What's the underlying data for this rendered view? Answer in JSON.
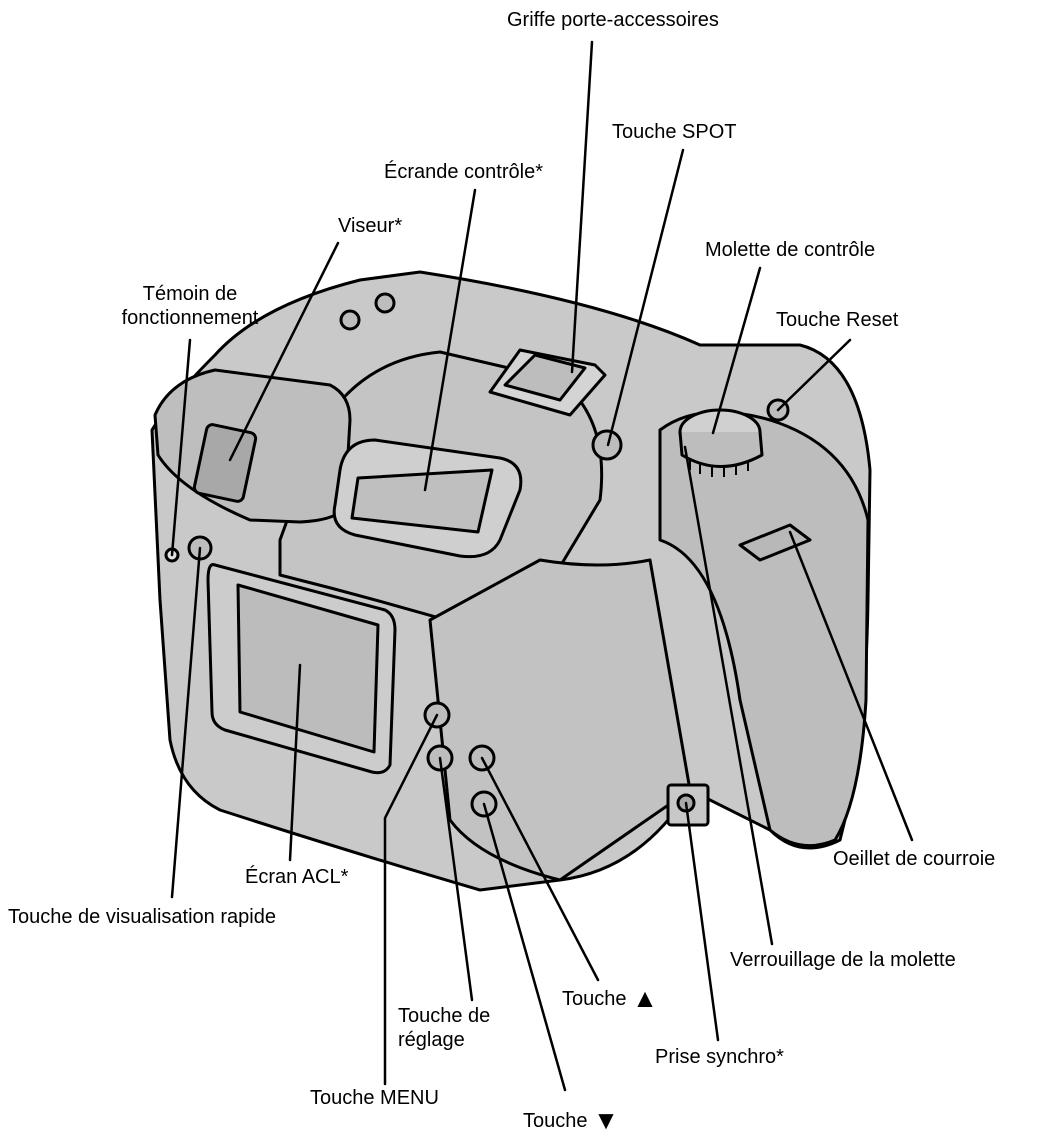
{
  "diagram": {
    "labels": {
      "griffe": "Griffe porte-accessoires",
      "spot": "Touche SPOT",
      "ecran_controle": "Écrande contrôle*",
      "viseur": "Viseur*",
      "molette": "Molette de contrôle",
      "temoin_line1": "Témoin de",
      "temoin_line2": "fonctionnement",
      "reset": "Touche Reset",
      "oeillet": "Oeillet de courroie",
      "ecran_acl": "Écran ACL*",
      "visualisation": "Touche de visualisation rapide",
      "verrouillage": "Verrouillage de la molette",
      "touche_up": "Touche",
      "reglage_line1": "Touche de",
      "reglage_line2": "réglage",
      "prise": "Prise synchro*",
      "menu": "Touche MENU",
      "touche_down": "Touche"
    },
    "glyphs": {
      "up": "▲",
      "down": "▼"
    },
    "colors": {
      "body": "#c9c9c9",
      "shade": "#b5b5b5",
      "outline": "#000000"
    }
  }
}
